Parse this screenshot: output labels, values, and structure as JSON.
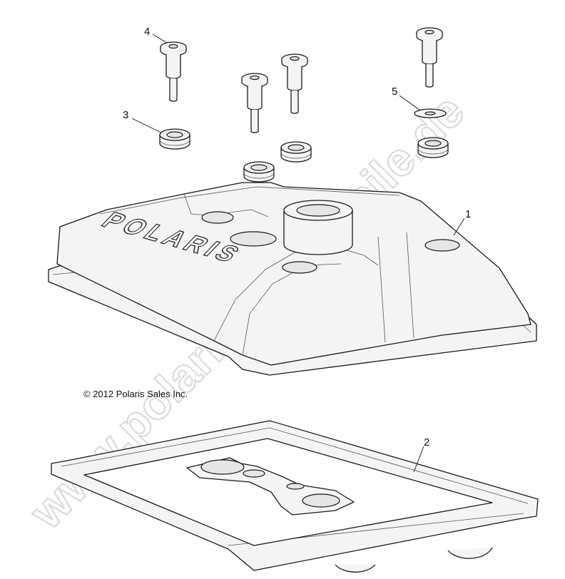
{
  "copyright": "© 2012 Polaris Sales Inc.",
  "watermark": "www.polaris-ersatzteile.de",
  "cover_logo": "POLARIS",
  "callouts": [
    {
      "id": "callout-1",
      "text": "1"
    },
    {
      "id": "callout-2",
      "text": "2"
    },
    {
      "id": "callout-3",
      "text": "3"
    },
    {
      "id": "callout-4",
      "text": "4"
    },
    {
      "id": "callout-5",
      "text": "5"
    }
  ]
}
